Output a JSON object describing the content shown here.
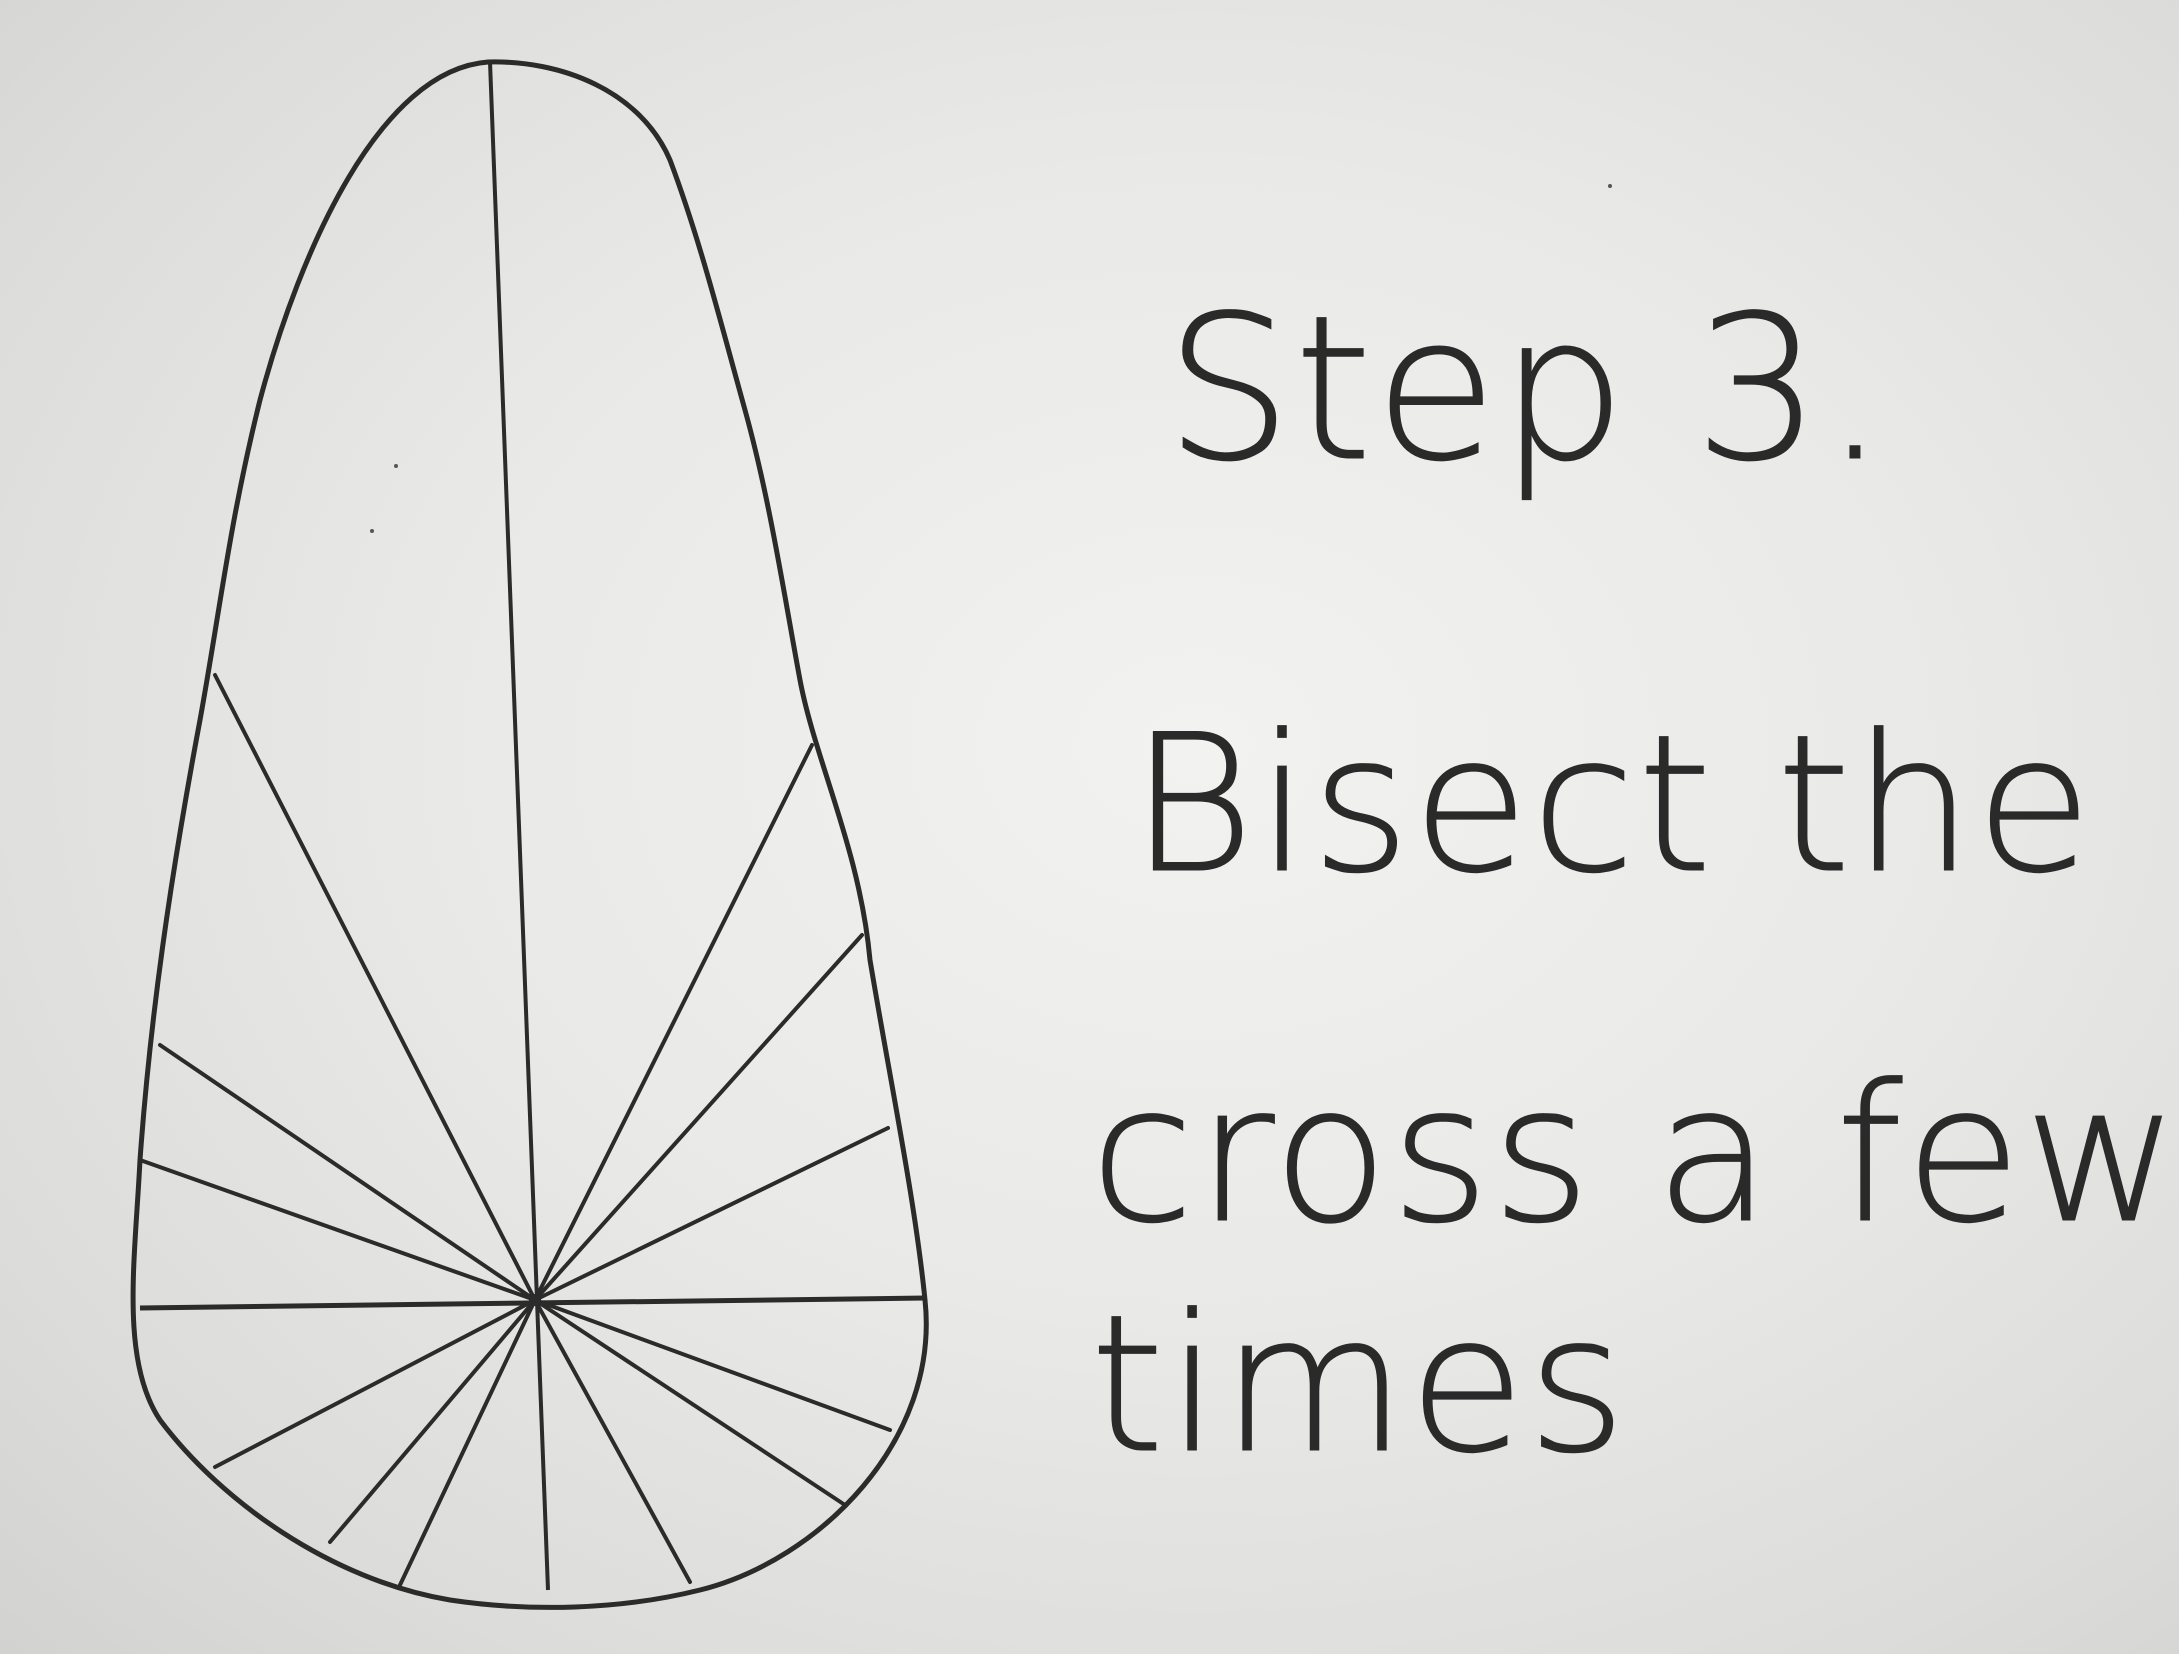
{
  "board": {
    "step_title": "Step 3.",
    "instruction_lines": [
      "Bisect the",
      "cross a few",
      "times"
    ]
  },
  "drawing": {
    "shape": "egg-outline",
    "spoke_count": 16,
    "ink_color": "#2b2b2b",
    "board_color": "#ececea"
  }
}
